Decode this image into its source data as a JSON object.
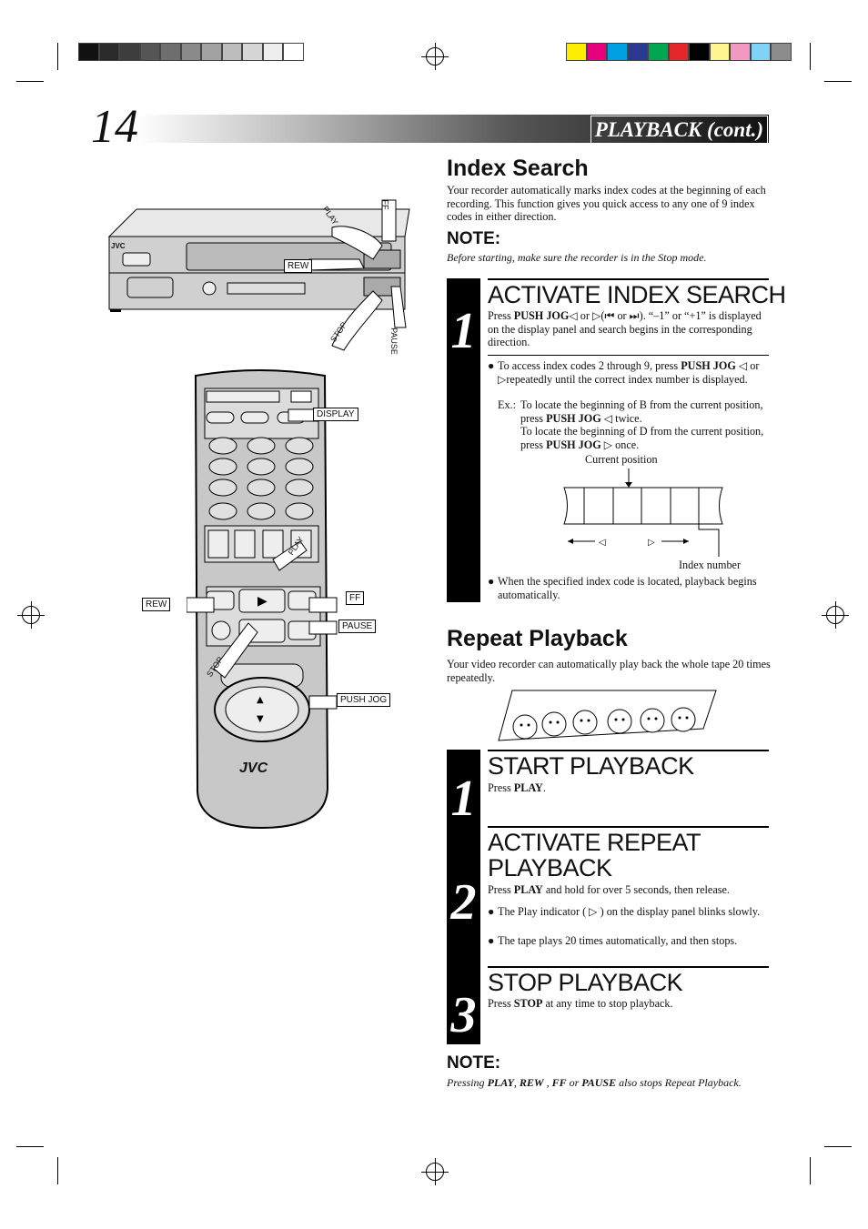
{
  "page": {
    "number": "14",
    "section": "PLAYBACK (cont.)"
  },
  "colors": {
    "calibration_gray": [
      "#111111",
      "#2a2a2a",
      "#3d3d3d",
      "#555555",
      "#6e6e6e",
      "#8a8a8a",
      "#a2a2a2",
      "#bdbdbd",
      "#d6d6d6",
      "#eeeeee",
      "#ffffff"
    ],
    "calibration_color": [
      "#ffed00",
      "#e6007e",
      "#00a0e3",
      "#2b3990",
      "#00a650",
      "#e5262b",
      "#000000",
      "#fff68f",
      "#f49ac1",
      "#7fd3f7",
      "#8c8c8c"
    ]
  },
  "index_search": {
    "title": "Index Search",
    "intro": "Your recorder automatically marks index codes at the beginning of each recording. This function gives you quick access to any one of 9 index codes in either direction.",
    "note_title": "NOTE:",
    "note_text": "Before starting, make sure the recorder is in the Stop mode.",
    "step": {
      "number": "1",
      "title": "ACTIVATE INDEX SEARCH",
      "text_a": "Press ",
      "text_b": "PUSH JOG",
      "text_c": "◁ or ▷(",
      "text_d": "⏮ or ⏭",
      "text_e": "). “–1” or “+1” is displayed on the display panel and search begins in the corresponding direction.",
      "bullet1_a": "To access index codes 2 through 9, press ",
      "bullet1_b": "PUSH JOG",
      "bullet1_c": " ◁ or ▷repeatedly until the correct index number is displayed.",
      "ex_label": "Ex.:",
      "ex1_a": "To locate the beginning of B from the current position, press  ",
      "ex1_b": "PUSH JOG",
      "ex1_c": " ◁ twice.",
      "ex2_a": "To locate the beginning of D from the current position, press ",
      "ex2_b": "PUSH JOG",
      "ex2_c": " ▷ once.",
      "diagram_current": "Current position",
      "diagram_index": "Index number",
      "bullet2": "When the specified index code is located, playback begins automatically."
    }
  },
  "repeat_playback": {
    "title": "Repeat Playback",
    "intro": "Your video recorder can automatically play back the whole tape 20 times repeatedly.",
    "steps": [
      {
        "number": "1",
        "title": "START PLAYBACK",
        "text_a": "Press ",
        "text_b": "PLAY",
        "text_c": "."
      },
      {
        "number": "2",
        "title": "ACTIVATE REPEAT PLAYBACK",
        "text_a": "Press ",
        "text_b": "PLAY",
        "text_c": " and hold for over 5 seconds, then release.",
        "bullet1": "The Play indicator ( ▷ ) on the display panel blinks slowly.",
        "bullet2": "The tape plays 20 times automatically, and then stops."
      },
      {
        "number": "3",
        "title": "STOP PLAYBACK",
        "text_a": "Press ",
        "text_b": "STOP",
        "text_c": " at any time to stop playback."
      }
    ],
    "note_title": "NOTE:",
    "note_a": "Pressing ",
    "note_b": "PLAY",
    "note_c": ", ",
    "note_d": "REW",
    "note_e": " , ",
    "note_f": "FF",
    "note_g": " or ",
    "note_h": "PAUSE",
    "note_i": " also stops Repeat Playback."
  },
  "vcr_labels": {
    "brand": "JVC",
    "play": "PLAY",
    "ff": "FF",
    "rew": "REW",
    "stop": "STOP",
    "pause": "PAUSE"
  },
  "remote_labels": {
    "brand": "JVC",
    "display": "DISPLAY",
    "play": "PLAY",
    "rew": "REW",
    "ff": "FF",
    "pause": "PAUSE",
    "stop": "STOP",
    "push_jog": "PUSH JOG"
  }
}
